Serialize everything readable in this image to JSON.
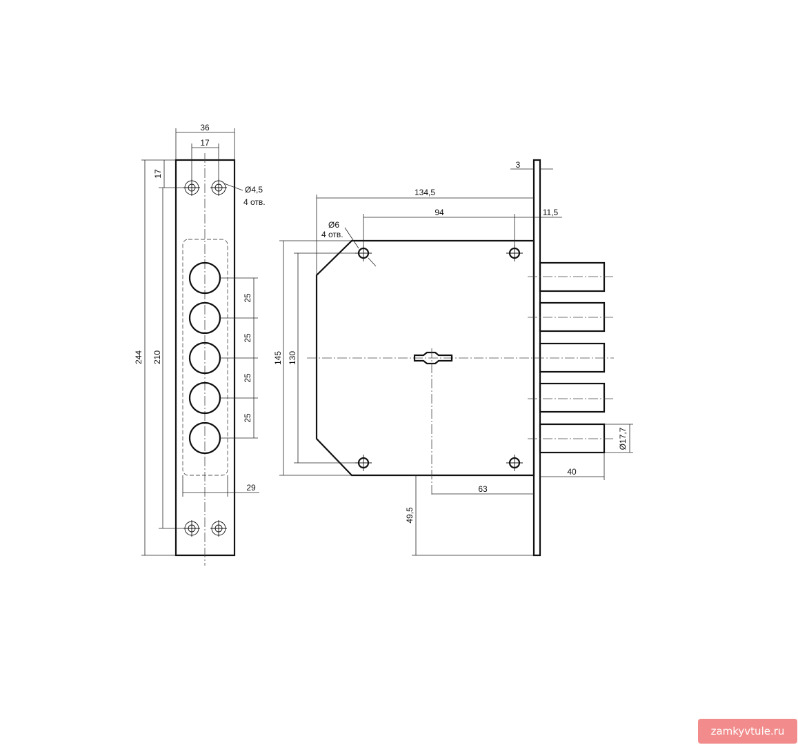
{
  "faceplate": {
    "width": "36",
    "holes_spacing": "17",
    "offset_top": "17",
    "height_total": "244",
    "holes_pitch": "210",
    "bolt_pitch": [
      "25",
      "25",
      "25",
      "25"
    ],
    "bolt_window_width": "29",
    "hole_diameter": "Ø4,5",
    "hole_count": "4 отв."
  },
  "lock_body": {
    "plate_thickness": "3",
    "total_depth": "134,5",
    "screw_spacing": "94",
    "plate_offset": "11,5",
    "screw_diameter": "Ø6",
    "screw_count": "4 отв.",
    "height": "145",
    "screw_pitch_vertical": "130",
    "bolt_diameter": "Ø17,7",
    "bolt_throw": "40",
    "backset": "63",
    "key_height": "49,5"
  },
  "watermark": "zamkyvtule.ru"
}
